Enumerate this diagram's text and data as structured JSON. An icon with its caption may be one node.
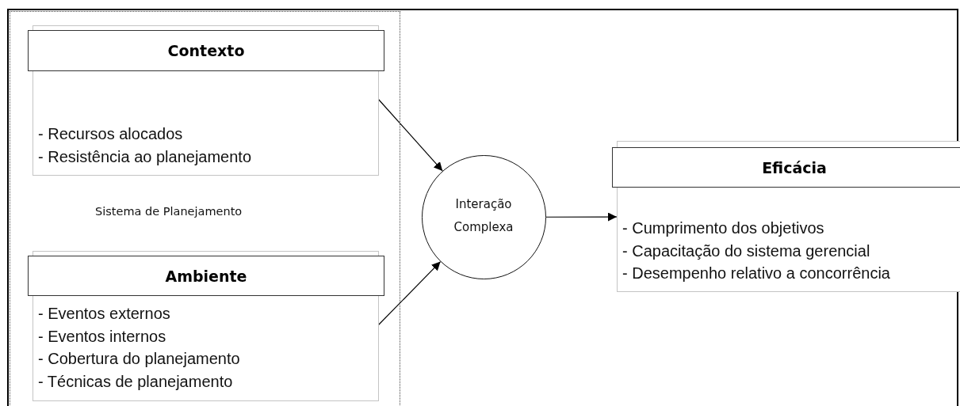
{
  "diagram": {
    "nodes": [
      {
        "text": [
          "Sistema de Planejamento"
        ]
      },
      {
        "text": [
          "Contexto",
          "- Recursos alocados",
          "- Resistência ao planejamento"
        ],
        "in": 0
      },
      {
        "text": [
          "Ambiente",
          "- Eventos externos",
          "- Eventos internos",
          "- Cobertura do planejamento",
          "- Técnicas de planejamento"
        ],
        "in": 0
      },
      {
        "text": [
          "Interação Complexa"
        ]
      },
      {
        "text": [
          "Eficácia",
          "- Cumprimento dos objetivos",
          "- Capacitação do sistema gerencial",
          "- Desempenho relativo a concorrência"
        ]
      }
    ],
    "edges": [
      {
        "from": 1,
        "to": 3,
        "arrow": "to"
      },
      {
        "from": 2,
        "to": 3,
        "arrow": "to"
      },
      {
        "from": 3,
        "to": 4,
        "arrow": "to"
      }
    ]
  }
}
